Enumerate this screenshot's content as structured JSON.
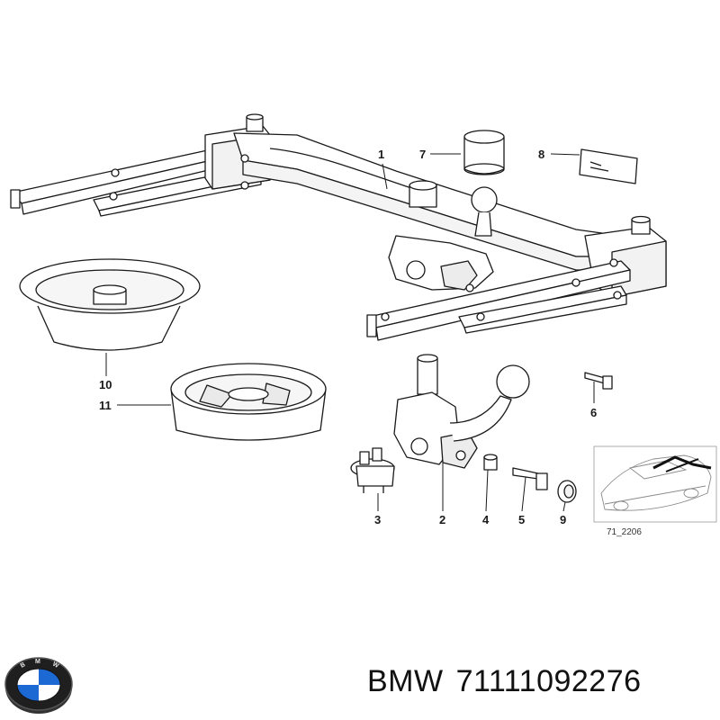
{
  "callouts": {
    "c1": "1",
    "c2": "2",
    "c3": "3",
    "c4": "4",
    "c5": "5",
    "c6": "6",
    "c7": "7",
    "c8": "8",
    "c9": "9",
    "c10": "10",
    "c11": "11"
  },
  "inset": {
    "code": "71_2206"
  },
  "footer": {
    "brand": "BMW",
    "part_number": "71111092276"
  },
  "logo": {
    "lettering": "BMW",
    "colors": {
      "blue": "#1c69d4",
      "white": "#ffffff",
      "ring": "#222222"
    }
  }
}
